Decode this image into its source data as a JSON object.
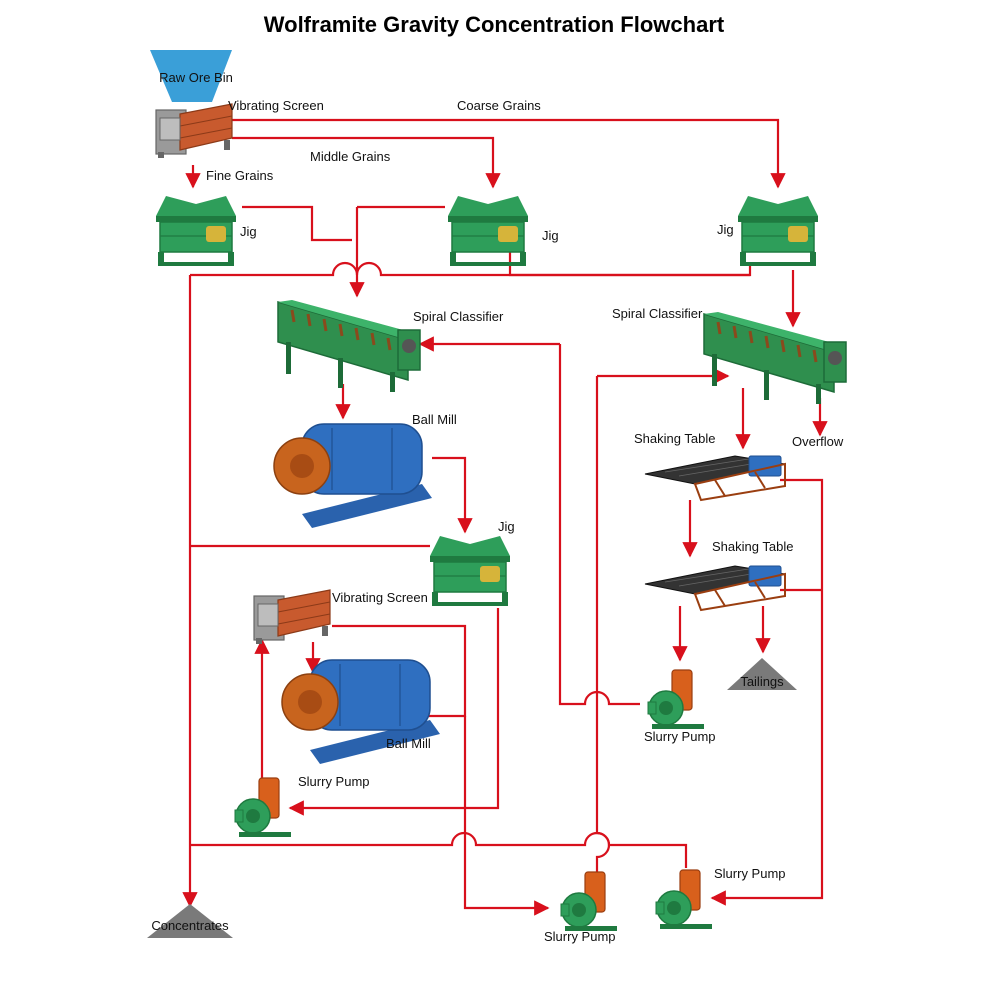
{
  "title": "Wolframite Gravity Concentration Flowchart",
  "colors": {
    "flow_line": "#d8101c",
    "jig": "#2e9e5a",
    "classifier": "#2f8f4e",
    "ball_mill": "#2f6fc0",
    "mill_end": "#c8641e",
    "screen": "#b8b8b8",
    "screen_deck": "#c85a2e",
    "pump": "#2e9e5a",
    "pump_motor": "#d8601c",
    "table_deck": "#333333",
    "bin": "#3a9fd8",
    "pile": "#7a7a7a"
  },
  "labels": {
    "raw_ore_bin": "Raw Ore Bin",
    "vibrating_screen_1": "Vibrating Screen",
    "coarse_grains": "Coarse Grains",
    "middle_grains": "Middle Grains",
    "fine_grains": "Fine Grains",
    "jig_1": "Jig",
    "jig_2": "Jig",
    "jig_3": "Jig",
    "spiral_classifier_1": "Spiral Classifier",
    "spiral_classifier_2": "Spiral Classifier",
    "ball_mill_1": "Ball Mill",
    "jig_4": "Jig",
    "overflow": "Overflow",
    "shaking_table_1": "Shaking Table",
    "shaking_table_2": "Shaking Table",
    "vibrating_screen_2": "Vibrating Screen",
    "ball_mill_2": "Ball Mill",
    "slurry_pump_1": "Slurry Pump",
    "slurry_pump_2": "Slurry Pump",
    "slurry_pump_3": "Slurry Pump",
    "slurry_pump_4": "Slurry Pump",
    "tailings": "Tailings",
    "concentrates": "Concentrates"
  },
  "nodes": [
    {
      "id": "raw-ore-bin",
      "type": "bin",
      "label": "labels.raw_ore_bin"
    },
    {
      "id": "vibrating-screen-1",
      "type": "screen",
      "label": "labels.vibrating_screen_1"
    },
    {
      "id": "jig-1",
      "type": "jig",
      "label": "labels.jig_1"
    },
    {
      "id": "jig-2",
      "type": "jig",
      "label": "labels.jig_2"
    },
    {
      "id": "jig-3",
      "type": "jig",
      "label": "labels.jig_3"
    },
    {
      "id": "spiral-classifier-1",
      "type": "classifier",
      "label": "labels.spiral_classifier_1"
    },
    {
      "id": "spiral-classifier-2",
      "type": "classifier",
      "label": "labels.spiral_classifier_2"
    },
    {
      "id": "ball-mill-1",
      "type": "mill",
      "label": "labels.ball_mill_1"
    },
    {
      "id": "jig-4",
      "type": "jig",
      "label": "labels.jig_4"
    },
    {
      "id": "shaking-table-1",
      "type": "table",
      "label": "labels.shaking_table_1"
    },
    {
      "id": "shaking-table-2",
      "type": "table",
      "label": "labels.shaking_table_2"
    },
    {
      "id": "vibrating-screen-2",
      "type": "screen",
      "label": "labels.vibrating_screen_2"
    },
    {
      "id": "ball-mill-2",
      "type": "mill",
      "label": "labels.ball_mill_2"
    },
    {
      "id": "slurry-pump-1",
      "type": "pump",
      "label": "labels.slurry_pump_1"
    },
    {
      "id": "slurry-pump-2",
      "type": "pump",
      "label": "labels.slurry_pump_2"
    },
    {
      "id": "slurry-pump-3",
      "type": "pump",
      "label": "labels.slurry_pump_3"
    },
    {
      "id": "slurry-pump-4",
      "type": "pump",
      "label": "labels.slurry_pump_4"
    },
    {
      "id": "tailings-pile",
      "type": "pile",
      "label": "labels.tailings"
    },
    {
      "id": "concentrates-pile",
      "type": "pile",
      "label": "labels.concentrates"
    }
  ]
}
